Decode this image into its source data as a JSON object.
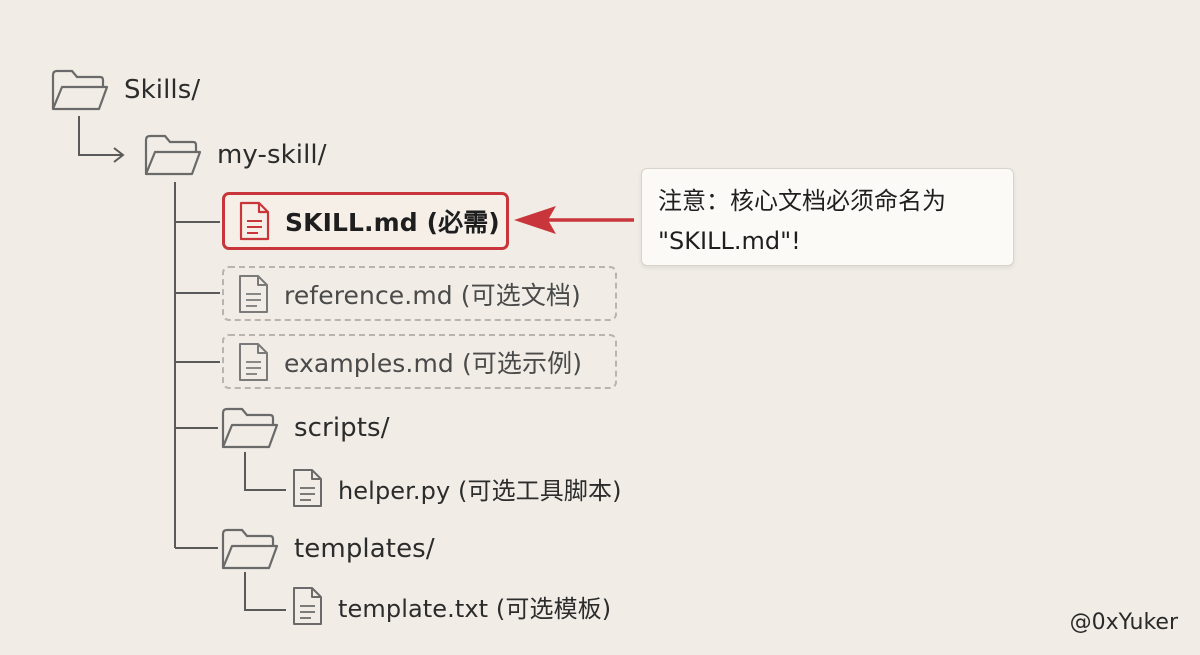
{
  "tree": {
    "root": {
      "label": "Skills/",
      "icon": "folder-icon"
    },
    "skill_folder": {
      "label": "my-skill/",
      "icon": "folder-icon"
    },
    "skill_md": {
      "label": "SKILL.md (必需)",
      "icon": "document-icon",
      "accent": "#c8353a"
    },
    "reference_md": {
      "label": "reference.md (可选文档)",
      "icon": "document-icon"
    },
    "examples_md": {
      "label": "examples.md (可选示例)",
      "icon": "document-icon"
    },
    "scripts_folder": {
      "label": "scripts/",
      "icon": "folder-icon"
    },
    "helper_py": {
      "label": "helper.py (可选工具脚本)",
      "icon": "document-icon"
    },
    "templates_folder": {
      "label": "templates/",
      "icon": "folder-icon"
    },
    "template_txt": {
      "label": "template.txt (可选模板)",
      "icon": "document-icon"
    }
  },
  "callout": {
    "line1": "注意：核心文档必须命名为",
    "line2": "\"SKILL.md\"!"
  },
  "watermark": "@0xYuker",
  "colors": {
    "background": "#f1ede6",
    "accent": "#c8353a",
    "line": "#5a5a5a",
    "dashed_border": "#b9b4ad"
  }
}
